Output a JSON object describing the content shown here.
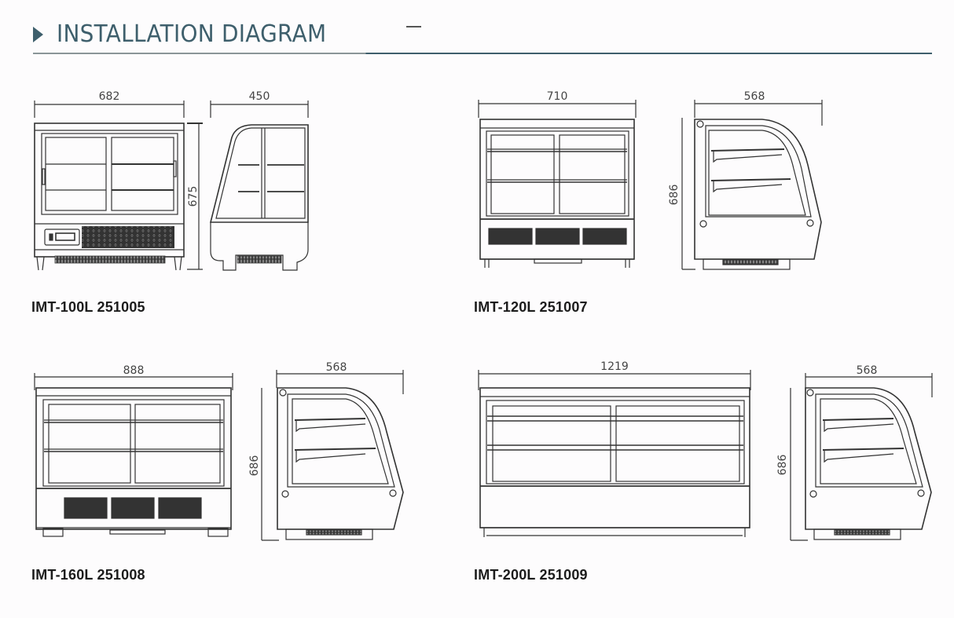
{
  "header": {
    "title": "INSTALLATION DIAGRAM",
    "accent_color": "#3e5f6c"
  },
  "models": [
    {
      "label": "IMT-100L 251005",
      "front_width": "682",
      "side_depth": "450",
      "height": "675"
    },
    {
      "label": "IMT-120L 251007",
      "front_width": "710",
      "side_depth": "568",
      "height": "686"
    },
    {
      "label": "IMT-160L 251008",
      "front_width": "888",
      "side_depth": "568",
      "height": "686"
    },
    {
      "label": "IMT-200L 251009",
      "front_width": "1219",
      "side_depth": "568",
      "height": "686"
    }
  ]
}
